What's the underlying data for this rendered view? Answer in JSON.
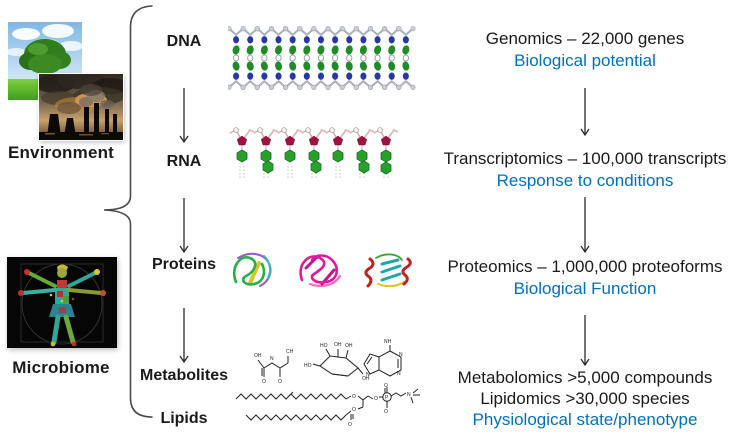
{
  "figure": {
    "left": {
      "environment_label": "Environment",
      "microbiome_label": "Microbiome",
      "photo_icons": [
        "tree-landscape-photo",
        "industrial-pollution-photo",
        "vitruvian-man-collage-photo"
      ]
    },
    "cascade": {
      "levels": [
        "DNA",
        "RNA",
        "Proteins",
        "Metabolites",
        "Lipids"
      ],
      "illustration_icons": [
        "dna-double-helix-model",
        "rna-strand-model",
        "protein-ribbon-structures",
        "metabolite-chemical-structures",
        "phospholipid-chemical-structure"
      ]
    },
    "omics": [
      {
        "lines": [
          "Genomics – 22,000 genes"
        ],
        "note": "Biological potential"
      },
      {
        "lines": [
          "Transcriptomics – 100,000 transcripts"
        ],
        "note": "Response to conditions"
      },
      {
        "lines": [
          "Proteomics – 1,000,000 proteoforms"
        ],
        "note": "Biological Function"
      },
      {
        "lines": [
          "Metabolomics >5,000 compounds",
          "Lipidomics >30,000 species"
        ],
        "note": "Physiological state/phenotype"
      }
    ],
    "colors": {
      "note_blue": "#0070C0",
      "text_black": "#1A1A1A"
    }
  }
}
